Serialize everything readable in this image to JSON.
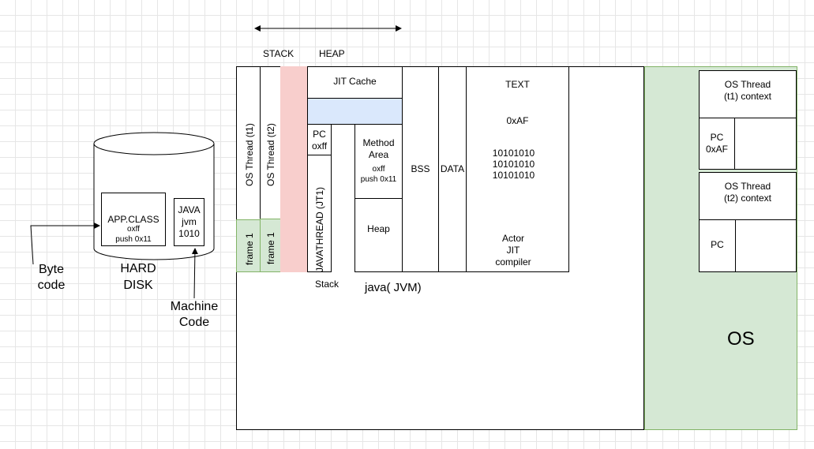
{
  "labels": {
    "stack": "STACK",
    "heap": "HEAP",
    "jit_cache": "JIT Cache",
    "os_thread_t1": "OS Thread (t1)",
    "os_thread_t2": "OS Thread (t2)",
    "frame_1a": "frame 1",
    "frame_1b": "frame 1",
    "pc": "PC",
    "pc_value": "oxff",
    "javathread": "JAVATHREAD (JT1)",
    "stack_small": "Stack",
    "method_area": "Method",
    "method_area2": "Area",
    "method_oxff": "oxff",
    "method_push": "push 0x11",
    "heap_box": "Heap",
    "bss": "BSS",
    "data": "DATA",
    "text": "TEXT",
    "text_addr": "0xAF",
    "binary": [
      "10101010",
      "10101010",
      "10101010"
    ],
    "actor": "Actor",
    "jit": "JIT",
    "compiler": "compiler",
    "jvm": "java( JVM)",
    "os": "OS",
    "os_t1_line1": "OS Thread",
    "os_t1_line2": "(t1) context",
    "os_t1_pc": "PC",
    "os_t1_pc_val": "0xAF",
    "os_t2_line1": "OS Thread",
    "os_t2_line2": "(t2) context",
    "os_t2_pc": "PC",
    "app_class": "APP.CLASS",
    "app_oxff": "oxff",
    "app_push": "push 0x11",
    "java_jvm1": "JAVA",
    "java_jvm2": "jvm",
    "java_jvm3": "1010",
    "hard_disk1": "HARD",
    "hard_disk2": "DISK",
    "byte_code1": "Byte",
    "byte_code2": "code",
    "machine_code1": "Machine",
    "machine_code2": "Code"
  },
  "colors": {
    "os_green": "#d5e8d4",
    "os_green_border": "#82b366",
    "red_band": "#f8cecc",
    "blue_band": "#dae8fc"
  }
}
